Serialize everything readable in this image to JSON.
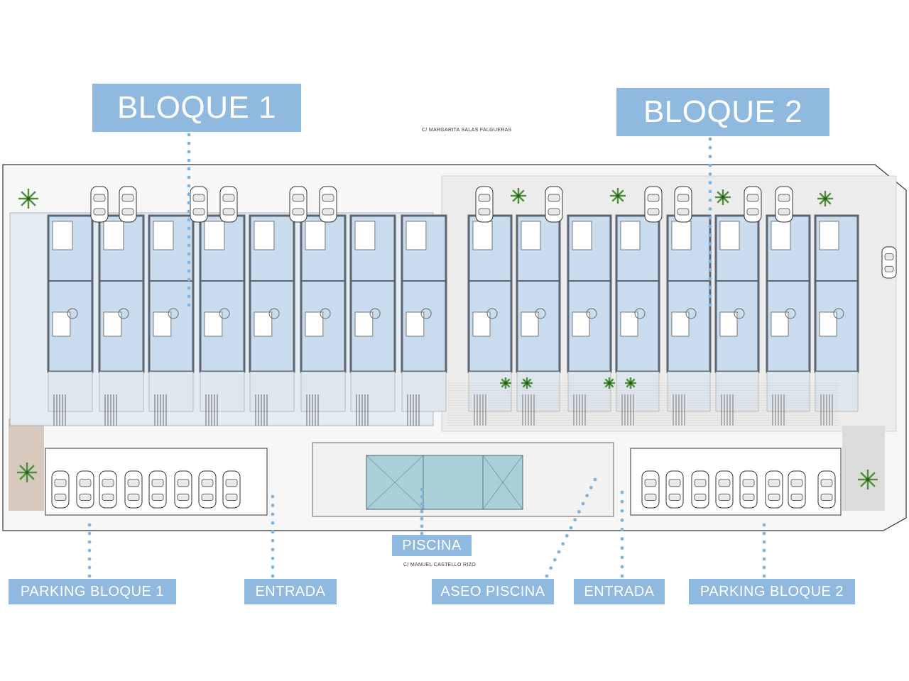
{
  "labels": {
    "bloque1": "BLOQUE 1",
    "bloque2": "BLOQUE 2",
    "piscina": "PISCINA",
    "parking1": "PARKING BLOQUE 1",
    "entrada1": "ENTRADA",
    "aseo": "ASEO PISCINA",
    "entrada2": "ENTRADA",
    "parking2": "PARKING BLOQUE 2"
  },
  "streets": {
    "north": "C/ MARGARITA SALAS FALGUERAS",
    "south": "C/ MANUEL CASTELLO RIZO"
  },
  "colors": {
    "label_bg": "#8fb9df",
    "unit_fill": "#c9dced",
    "wall": "#5b6470",
    "dot": "#7fb3e0"
  }
}
